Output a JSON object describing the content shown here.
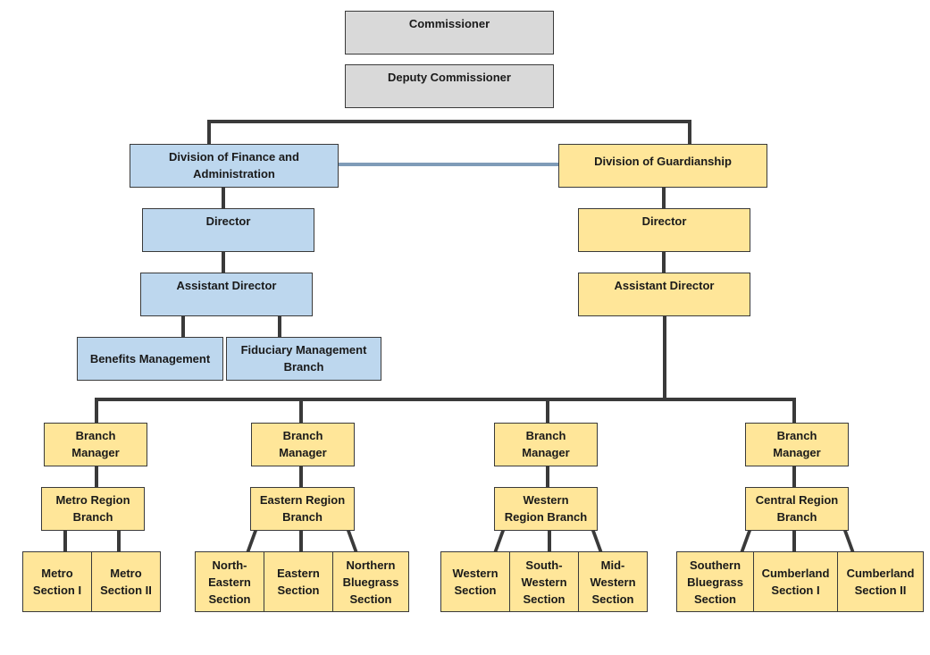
{
  "colors": {
    "grey": "#d9d9d9",
    "blue": "#bdd7ee",
    "yellow": "#ffe699",
    "line": "#3a3a3a",
    "link": "#7f9cb8"
  },
  "top": {
    "commissioner": "Commissioner",
    "deputy": "Deputy Commissioner"
  },
  "finance": {
    "division": "Division of Finance and Administration",
    "director": "Director",
    "assistant": "Assistant Director",
    "benefits": "Benefits Management",
    "fiduciary": "Fiduciary Management Branch"
  },
  "guardianship": {
    "division": "Division of Guardianship",
    "director": "Director",
    "assistant": "Assistant Director"
  },
  "branches": [
    {
      "manager": "Branch\nManager",
      "region": "Metro Region\nBranch",
      "sections": [
        "Metro\nSection I",
        "Metro\nSection II"
      ]
    },
    {
      "manager": "Branch\nManager",
      "region": "Eastern Region\nBranch",
      "sections": [
        "North-\nEastern\nSection",
        "Eastern\nSection",
        "Northern\nBluegrass\nSection"
      ]
    },
    {
      "manager": "Branch\nManager",
      "region": "Western\nRegion Branch",
      "sections": [
        "Western\nSection",
        "South-\nWestern\nSection",
        "Mid-\nWestern\nSection"
      ]
    },
    {
      "manager": "Branch\nManager",
      "region": "Central Region\nBranch",
      "sections": [
        "Southern\nBluegrass\nSection",
        "Cumberland\nSection I",
        "Cumberland\nSection II"
      ]
    }
  ]
}
